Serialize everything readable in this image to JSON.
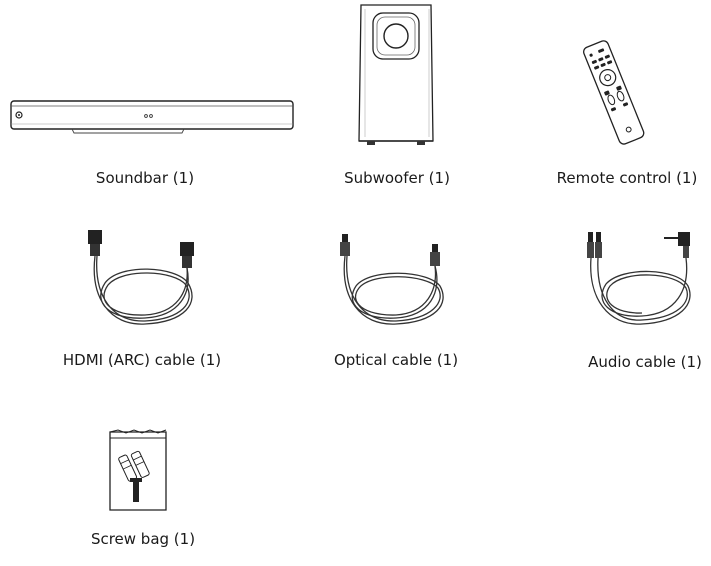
{
  "items": [
    {
      "caption": "Soundbar (1)",
      "icon": "soundbar-icon"
    },
    {
      "caption": "Subwoofer (1)",
      "icon": "subwoofer-icon"
    },
    {
      "caption": "Remote control (1)",
      "icon": "remote-control-icon"
    },
    {
      "caption": "HDMI (ARC) cable (1)",
      "icon": "hdmi-cable-icon"
    },
    {
      "caption": "Optical cable (1)",
      "icon": "optical-cable-icon"
    },
    {
      "caption": "Audio cable (1)",
      "icon": "audio-cable-icon"
    },
    {
      "caption": "Screw bag (1)",
      "icon": "screw-bag-icon"
    }
  ]
}
